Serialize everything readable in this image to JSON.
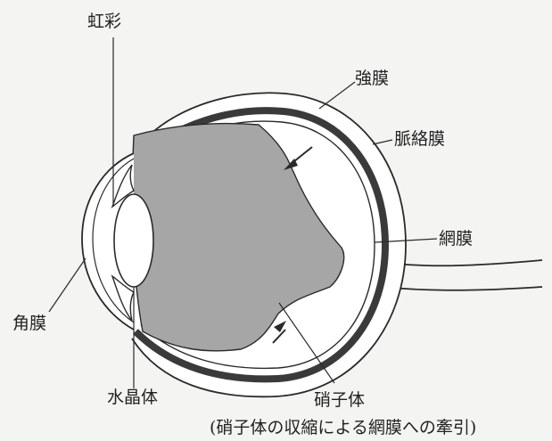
{
  "labels": {
    "iris": "虹彩",
    "sclera": "強膜",
    "choroid": "脈絡膜",
    "retina": "網膜",
    "cornea": "角膜",
    "lens": "水晶体",
    "vitreous": "硝子体",
    "vitreous_note": "(硝子体の収縮による網膜への牽引)"
  },
  "colors": {
    "background": "#f4f4f2",
    "line": "#2a2a2a",
    "choroid": "#3a3a3a",
    "vitreous": "#a6a6a6"
  }
}
